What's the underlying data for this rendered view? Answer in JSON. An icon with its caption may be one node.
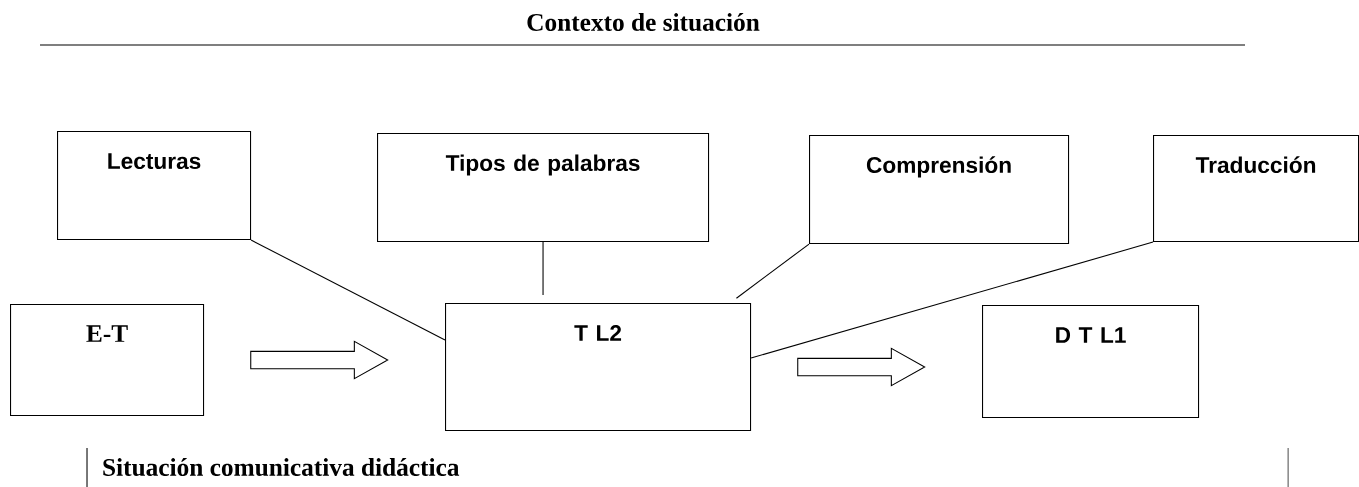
{
  "diagram": {
    "title": "Contexto de situación",
    "caption": "Situación comunicativa didáctica",
    "nodes": [
      {
        "text": [
          "Lecturas"
        ]
      },
      {
        "text": [
          "Tipos de palabras"
        ]
      },
      {
        "text": [
          "Comprensión"
        ]
      },
      {
        "text": [
          "Traducción"
        ]
      },
      {
        "text": [
          "E-T"
        ]
      },
      {
        "text": [
          "T L2"
        ]
      },
      {
        "text": [
          "D T L1"
        ]
      }
    ],
    "edges": [
      {
        "from": 0,
        "to": 5,
        "arrow": "none"
      },
      {
        "from": 1,
        "to": 5,
        "arrow": "none"
      },
      {
        "from": 2,
        "to": 5,
        "arrow": "none"
      },
      {
        "from": 3,
        "to": 5,
        "arrow": "none"
      },
      {
        "from": 4,
        "to": 5,
        "arrow": "to"
      },
      {
        "from": 5,
        "to": 6,
        "arrow": "to"
      }
    ]
  }
}
